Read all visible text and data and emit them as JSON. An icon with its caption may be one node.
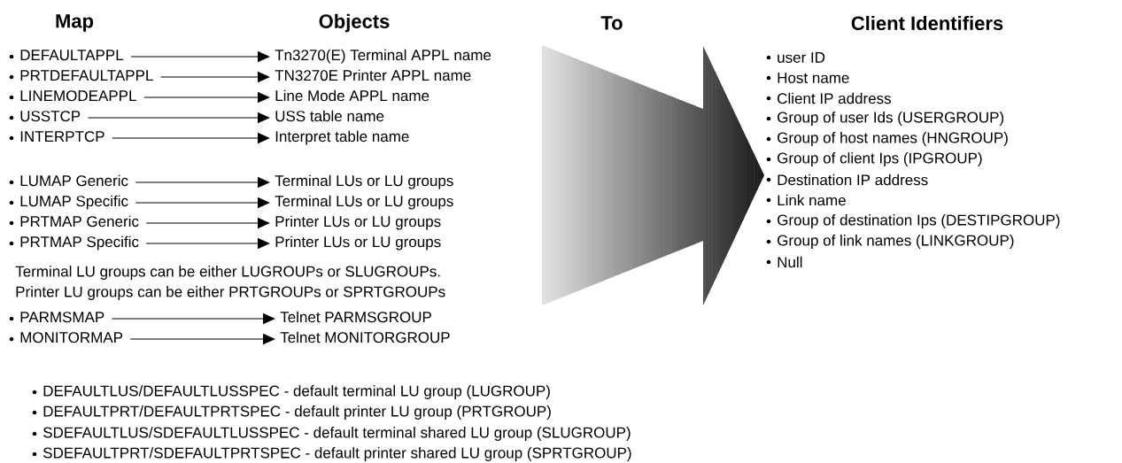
{
  "diagram": {
    "nodes": [
      {
        "text": [
          "DEFAULTAPPL"
        ]
      },
      {
        "text": [
          "Tn3270(E) Terminal APPL name"
        ]
      },
      {
        "text": [
          "PRTDEFAULTAPPL"
        ]
      },
      {
        "text": [
          "TN3270E Printer APPL name"
        ]
      },
      {
        "text": [
          "LINEMODEAPPL"
        ]
      },
      {
        "text": [
          "Line Mode APPL name"
        ]
      },
      {
        "text": [
          "USSTCP"
        ]
      },
      {
        "text": [
          "USS table name"
        ]
      },
      {
        "text": [
          "INTERPTCP"
        ]
      },
      {
        "text": [
          "Interpret table name"
        ]
      },
      {
        "text": [
          "LUMAP Generic"
        ]
      },
      {
        "text": [
          "Terminal LUs or LU groups"
        ]
      },
      {
        "text": [
          "LUMAP Specific"
        ]
      },
      {
        "text": [
          "Terminal LUs or LU groups"
        ]
      },
      {
        "text": [
          "PRTMAP Generic"
        ]
      },
      {
        "text": [
          "Printer LUs or LU groups"
        ]
      },
      {
        "text": [
          "PRTMAP Specific"
        ]
      },
      {
        "text": [
          "Printer LUs or LU groups"
        ]
      },
      {
        "text": [
          "PARMSMAP"
        ]
      },
      {
        "text": [
          "Telnet PARMSGROUP"
        ]
      },
      {
        "text": [
          "MONITORMAP"
        ]
      },
      {
        "text": [
          "Telnet MONITORGROUP"
        ]
      }
    ],
    "edges": [
      {
        "from": 0,
        "to": 1,
        "arrow": "to"
      },
      {
        "from": 2,
        "to": 3,
        "arrow": "to"
      },
      {
        "from": 4,
        "to": 5,
        "arrow": "to"
      },
      {
        "from": 6,
        "to": 7,
        "arrow": "to"
      },
      {
        "from": 8,
        "to": 9,
        "arrow": "to"
      },
      {
        "from": 10,
        "to": 11,
        "arrow": "to"
      },
      {
        "from": 12,
        "to": 13,
        "arrow": "to"
      },
      {
        "from": 14,
        "to": 15,
        "arrow": "to"
      },
      {
        "from": 16,
        "to": 17,
        "arrow": "to"
      },
      {
        "from": 18,
        "to": 19,
        "arrow": "to"
      },
      {
        "from": 20,
        "to": 21,
        "arrow": "to"
      }
    ],
    "labels": [
      "Map",
      "Objects",
      "To",
      "Client Identifiers",
      "user ID",
      "Host name",
      "Client IP address",
      "Group of user Ids (USERGROUP)",
      "Group of host names (HNGROUP)",
      "Group of client Ips (IPGROUP)",
      "Destination IP address",
      "Link name",
      "Group of destination Ips (DESTIPGROUP)",
      "Group of link names (LINKGROUP)",
      "Null",
      "Terminal LU groups can be either LUGROUPs or SLUGROUPs.",
      "Printer LU groups can be either PRTGROUPs or SPRTGROUPs",
      "DEFAULTLUS/DEFAULTLUSSPEC - default terminal LU group (LUGROUP)",
      "DEFAULTPRT/DEFAULTPRTSPEC - default printer LU group (PRTGROUP)",
      "SDEFAULTLUS/SDEFAULTLUSSPEC - default terminal shared LU group (SLUGROUP)",
      "SDEFAULTPRT/SDEFAULTPRTSPEC - default printer shared LU group (SPRTGROUP)"
    ]
  }
}
